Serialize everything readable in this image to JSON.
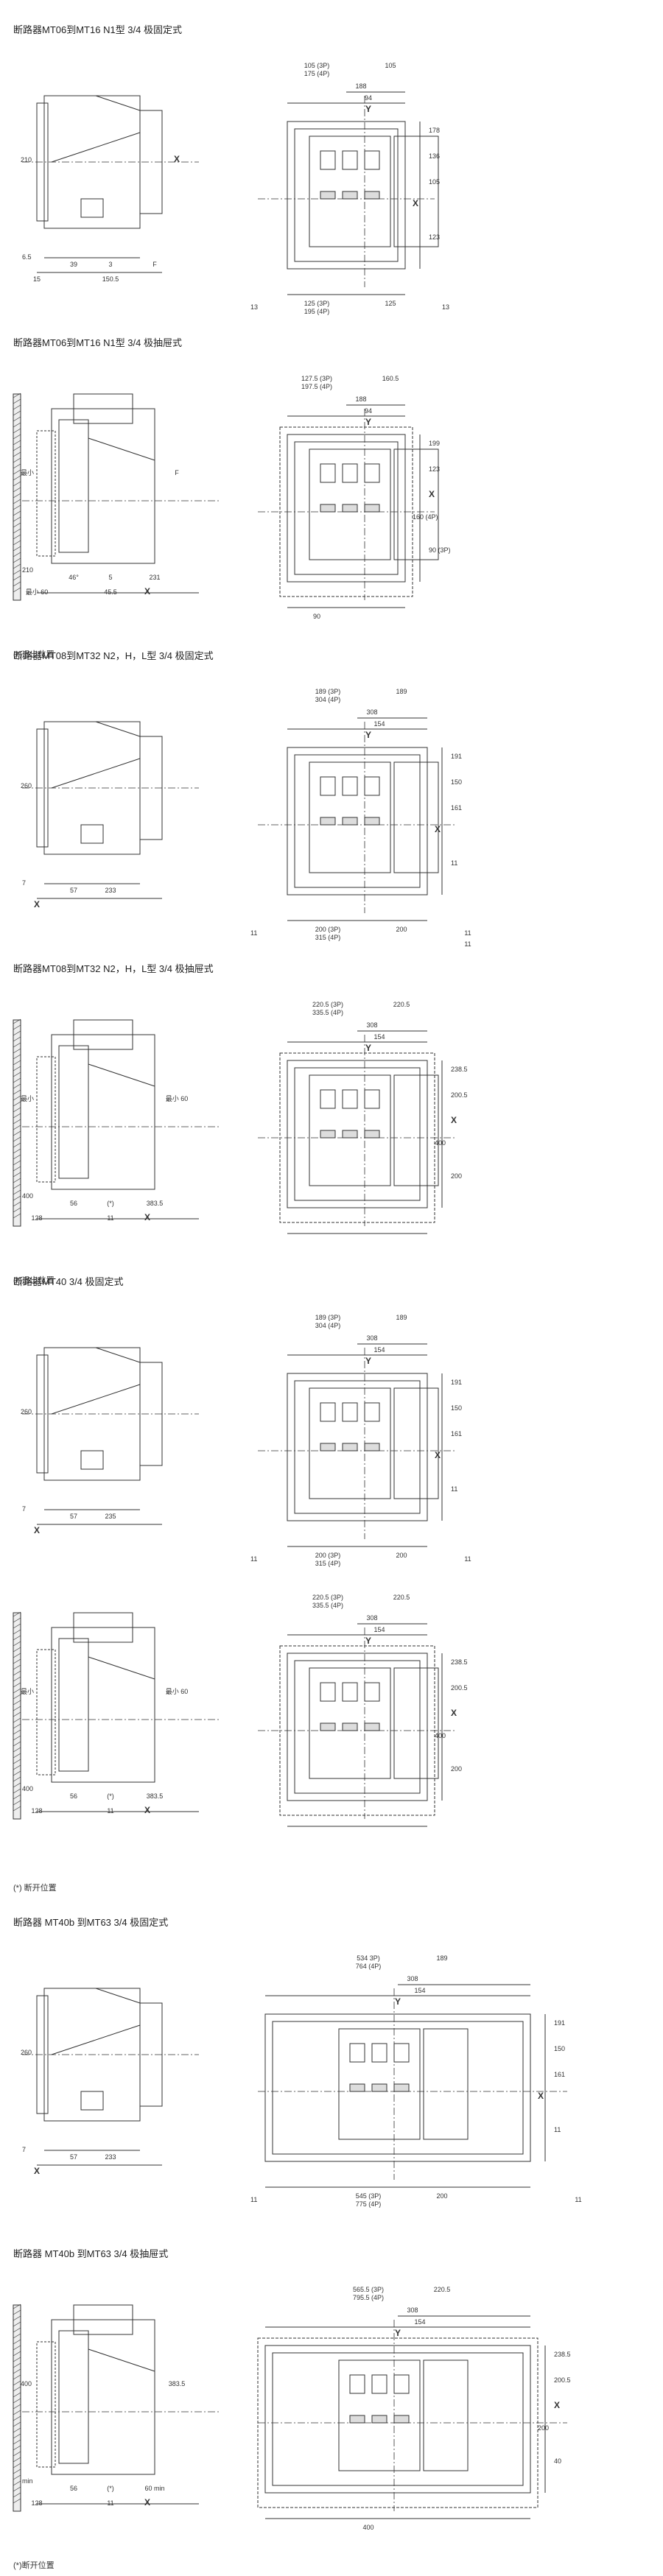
{
  "sections": [
    {
      "title": "断路器MT06到MT16 N1型 3/4 极固定式",
      "side": {
        "labels": [
          "210",
          "6.5",
          "39",
          "3",
          "15",
          "150.5",
          "F",
          "X"
        ]
      },
      "front": {
        "labels": [
          "105 (3P)",
          "175 (4P)",
          "105",
          "188",
          "94",
          "Y",
          "178",
          "136",
          "105",
          "123",
          "X",
          "125 (3P)",
          "195 (4P)",
          "125",
          "13",
          "13"
        ]
      }
    },
    {
      "title": "断路器MT06到MT16 N1型 3/4 极抽屉式",
      "side": {
        "labels": [
          "最小",
          "210",
          "46°",
          "5",
          "最小 60",
          "45.5",
          "231",
          "F",
          "X"
        ]
      },
      "front": {
        "labels": [
          "127.5 (3P)",
          "197.5 (4P)",
          "160.5",
          "188",
          "94",
          "Y",
          "199",
          "123",
          "X",
          "90 (3P)",
          "160 (4P)",
          "90"
        ]
      },
      "note": "(*)退出位置"
    },
    {
      "title": "断路器MT08到MT32 N2，H，L型 3/4 极固定式",
      "side": {
        "labels": [
          "260",
          "7",
          "57",
          "233",
          "X"
        ]
      },
      "front": {
        "labels": [
          "189 (3P)",
          "304 (4P)",
          "189",
          "308",
          "154",
          "Y",
          "191",
          "150",
          "161",
          "11",
          "X",
          "200 (3P)",
          "315 (4P)",
          "200",
          "11",
          "11",
          "11"
        ]
      }
    },
    {
      "title": "断路器MT08到MT32 N2，H，L型 3/4 极抽屉式",
      "side": {
        "labels": [
          "最小",
          "400",
          "56",
          "(*)",
          "128",
          "11",
          "383.5",
          "最小 60",
          "X"
        ]
      },
      "front": {
        "labels": [
          "220.5 (3P)",
          "335.5 (4P)",
          "220.5",
          "308",
          "154",
          "Y",
          "238.5",
          "200.5",
          "X",
          "200",
          "400"
        ]
      },
      "note": "(*)退出位置"
    },
    {
      "title": "断路器MT40 3/4 极固定式",
      "side": {
        "labels": [
          "260",
          "7",
          "57",
          "235",
          "X"
        ]
      },
      "front": {
        "labels": [
          "189 (3P)",
          "304 (4P)",
          "189",
          "308",
          "154",
          "Y",
          "191",
          "150",
          "161",
          "11",
          "X",
          "200 (3P)",
          "315 (4P)",
          "200",
          "11",
          "11"
        ]
      }
    },
    {
      "title": "",
      "side": {
        "labels": [
          "最小",
          "400",
          "56",
          "(*)",
          "128",
          "11",
          "383.5",
          "最小 60",
          "X"
        ]
      },
      "front": {
        "labels": [
          "220.5 (3P)",
          "335.5 (4P)",
          "220.5",
          "308",
          "154",
          "Y",
          "238.5",
          "200.5",
          "X",
          "200",
          "400"
        ]
      },
      "note": "(*) 断开位置"
    },
    {
      "title": "断路器 MT40b 到MT63 3/4 极固定式",
      "side": {
        "labels": [
          "260",
          "7",
          "57",
          "233",
          "X"
        ]
      },
      "front": {
        "labels": [
          "534 3P)",
          "764 (4P)",
          "189",
          "308",
          "154",
          "Y",
          "191",
          "150",
          "161",
          "11",
          "X",
          "545 (3P)",
          "775 (4P)",
          "200",
          "11",
          "11"
        ]
      }
    },
    {
      "title": "断路器 MT40b 到MT63 3/4 极抽屉式",
      "side": {
        "labels": [
          "400",
          "min",
          "56",
          "(*)",
          "128",
          "11",
          "60 min",
          "383.5",
          "X"
        ]
      },
      "front": {
        "labels": [
          "565.5 (3P)",
          "795.5 (4P)",
          "220.5",
          "308",
          "154",
          "Y",
          "238.5",
          "200.5",
          "X",
          "40",
          "200",
          "400"
        ]
      },
      "note": "(*)断开位置"
    }
  ]
}
